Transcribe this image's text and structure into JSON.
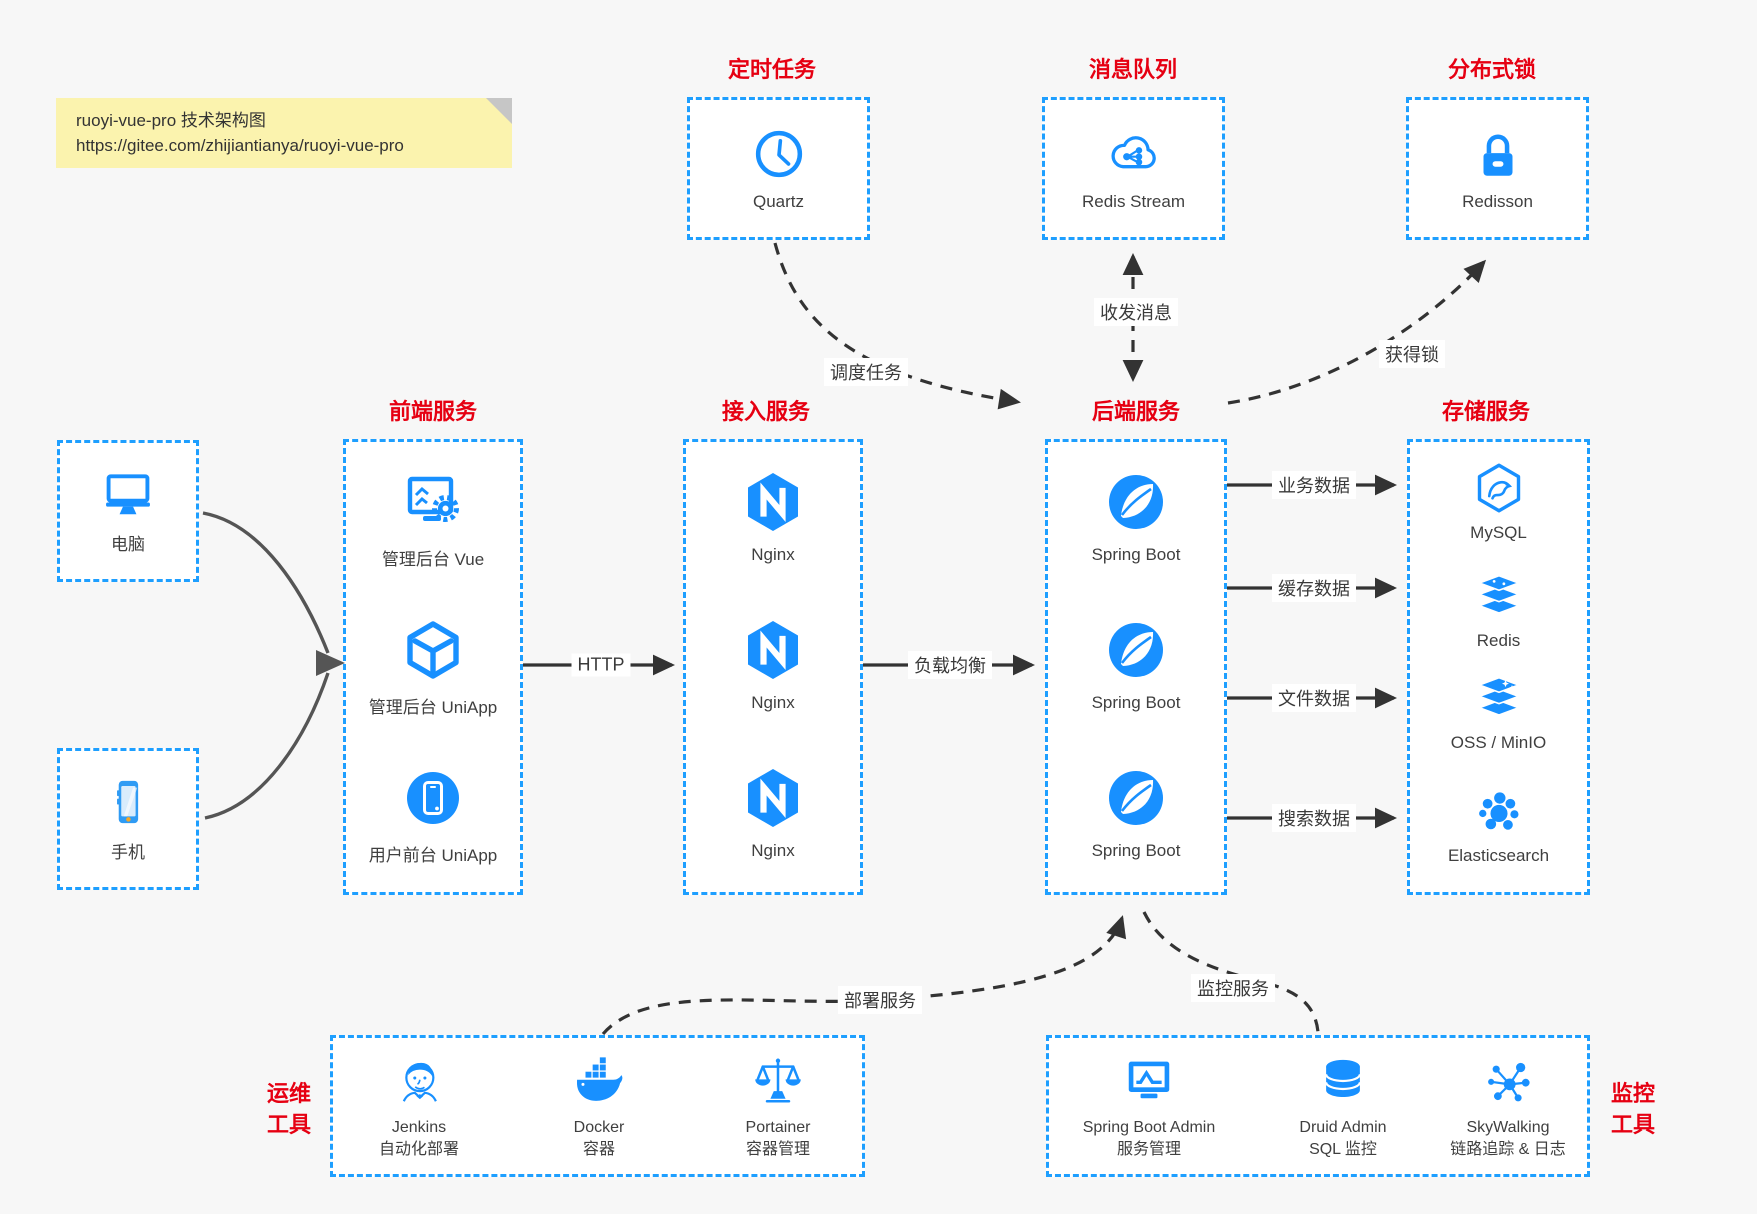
{
  "note": {
    "line1": "ruoyi-vue-pro 技术架构图",
    "line2": "https://gitee.com/zhijiantianya/ruoyi-vue-pro"
  },
  "groups": {
    "scheduled": {
      "title": "定时任务",
      "node": {
        "icon": "clock-icon",
        "label": "Quartz"
      }
    },
    "mq": {
      "title": "消息队列",
      "node": {
        "icon": "cloud-stream-icon",
        "label": "Redis Stream"
      }
    },
    "lock": {
      "title": "分布式锁",
      "node": {
        "icon": "padlock-icon",
        "label": "Redisson"
      }
    },
    "devices": {
      "computer": {
        "icon": "desktop-icon",
        "label": "电脑"
      },
      "phone": {
        "icon": "smartphone-icon",
        "label": "手机"
      }
    },
    "frontend": {
      "title": "前端服务",
      "nodes": [
        {
          "icon": "admin-monitor-gear-icon",
          "label": "管理后台 Vue"
        },
        {
          "icon": "cube-icon",
          "label": "管理后台 UniApp"
        },
        {
          "icon": "phone-circle-icon",
          "label": "用户前台 UniApp"
        }
      ]
    },
    "gateway": {
      "title": "接入服务",
      "nodes": [
        {
          "icon": "nginx-icon",
          "label": "Nginx"
        },
        {
          "icon": "nginx-icon",
          "label": "Nginx"
        },
        {
          "icon": "nginx-icon",
          "label": "Nginx"
        }
      ]
    },
    "backend": {
      "title": "后端服务",
      "nodes": [
        {
          "icon": "spring-boot-icon",
          "label": "Spring Boot"
        },
        {
          "icon": "spring-boot-icon",
          "label": "Spring Boot"
        },
        {
          "icon": "spring-boot-icon",
          "label": "Spring Boot"
        }
      ]
    },
    "storage": {
      "title": "存储服务",
      "nodes": [
        {
          "icon": "mysql-icon",
          "label": "MySQL"
        },
        {
          "icon": "redis-icon",
          "label": "Redis"
        },
        {
          "icon": "oss-minio-icon",
          "label": "OSS / MinIO"
        },
        {
          "icon": "elasticsearch-icon",
          "label": "Elasticsearch"
        }
      ]
    },
    "ops": {
      "title_line1": "运维",
      "title_line2": "工具",
      "nodes": [
        {
          "icon": "jenkins-icon",
          "label": "Jenkins",
          "sublabel": "自动化部署"
        },
        {
          "icon": "docker-icon",
          "label": "Docker",
          "sublabel": "容器"
        },
        {
          "icon": "portainer-icon",
          "label": "Portainer",
          "sublabel": "容器管理"
        }
      ]
    },
    "monitoring": {
      "title_line1": "监控",
      "title_line2": "工具",
      "nodes": [
        {
          "icon": "monitor-chart-icon",
          "label": "Spring Boot Admin",
          "sublabel": "服务管理"
        },
        {
          "icon": "database-icon",
          "label": "Druid Admin",
          "sublabel": "SQL 监控"
        },
        {
          "icon": "topology-icon",
          "label": "SkyWalking",
          "sublabel": "链路追踪 & 日志"
        }
      ]
    }
  },
  "edges": {
    "http": "HTTP",
    "load_balance": "负载均衡",
    "schedule_job": "调度任务",
    "send_receive_msg": "收发消息",
    "acquire_lock": "获得锁",
    "business_data": "业务数据",
    "cache_data": "缓存数据",
    "file_data": "文件数据",
    "search_data": "搜索数据",
    "deploy_service": "部署服务",
    "monitor_service": "监控服务"
  },
  "colors": {
    "accent_blue": "#1e9fff",
    "icon_blue": "#1890ff",
    "title_red": "#e60012",
    "note_bg": "#fbf3ae",
    "canvas_bg": "#f7f7f7",
    "line_dark": "#333333"
  }
}
